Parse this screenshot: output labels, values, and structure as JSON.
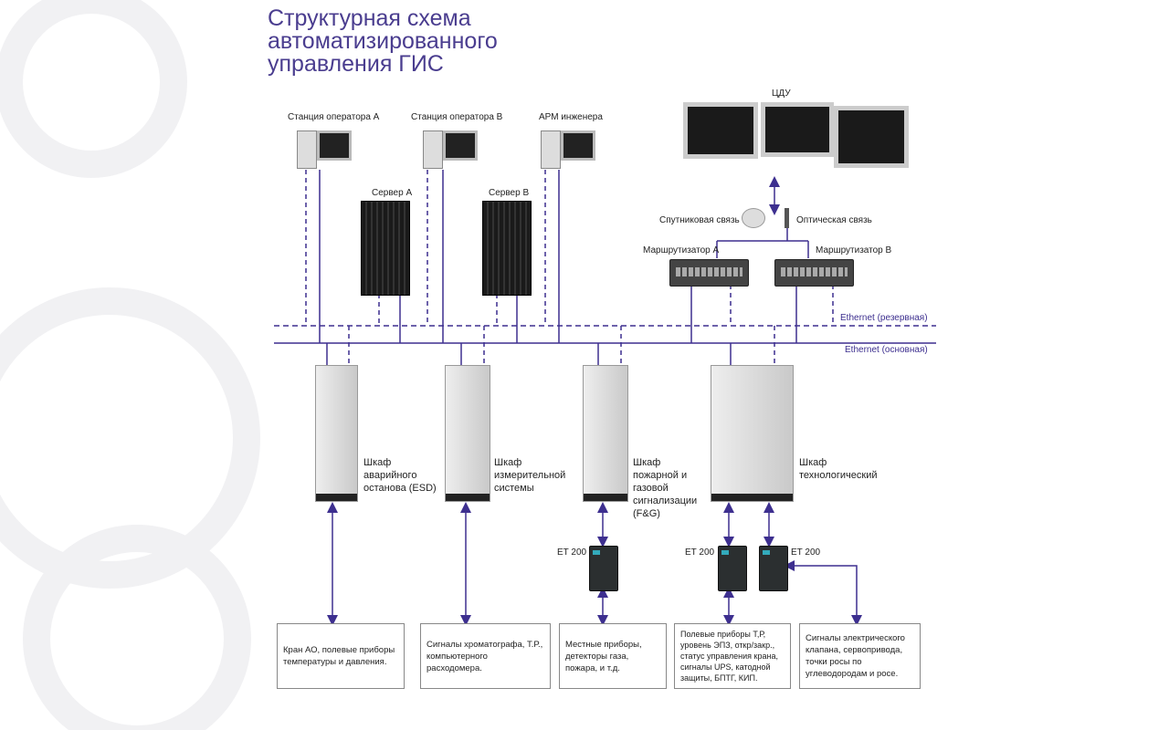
{
  "title": [
    "Структурная схема",
    "автоматизированного",
    "управления ГИС"
  ],
  "stations": {
    "op_a": "Станция оператора А",
    "op_b": "Станция оператора В",
    "arm": "АРМ инженера",
    "cdu": "ЦДУ"
  },
  "servers": {
    "a": "Сервер А",
    "b": "Сервер В"
  },
  "comms": {
    "sat": "Спутниковая связь",
    "opt": "Оптическая связь",
    "router_a": "Маршрутизатор А",
    "router_b": "Маршрутизатор В"
  },
  "buses": {
    "reserve": "Ethernet (резервная)",
    "main": "Ethernet (основная)"
  },
  "cabinets": [
    {
      "line1": "Шкаф",
      "rest": "аварийного останова (ESD)"
    },
    {
      "line1": "Шкаф",
      "rest": "измерительной системы"
    },
    {
      "line1": "Шкаф",
      "rest": "пожарной и газовой сигнализации (F&G)"
    },
    {
      "line1": "Шкаф",
      "rest": "технологический"
    }
  ],
  "et200": "ET 200",
  "boxes": [
    "Кран АО, полевые приборы температуры и давления.",
    "Сигналы хроматографа, Т.Р., компьютерного расходомера.",
    "Местные приборы, детекторы газа, пожара, и т.д.",
    "Полевые приборы Т,Р, уровень ЭПЗ, откр/закр., статус управления крана, сигналы UPS, катодной защиты, БПТГ, КИП.",
    "Сигналы электрического клапана, сервопривода, точки росы по углеводородам и росе."
  ],
  "colors": {
    "line": "#3d2f8f",
    "title": "#4a3d8f"
  }
}
